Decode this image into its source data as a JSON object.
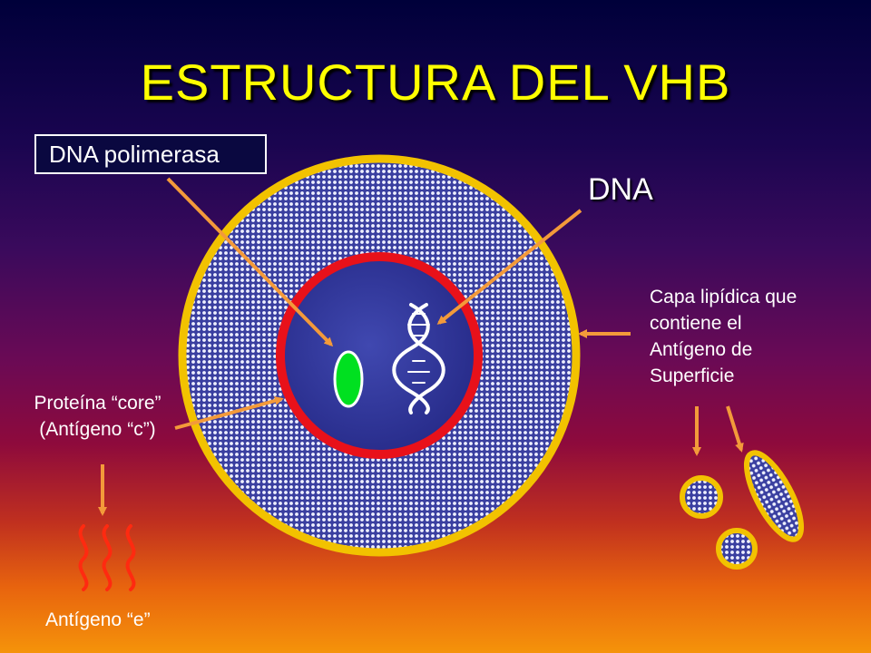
{
  "slide": {
    "title": "ESTRUCTURA DEL VHB",
    "labels": {
      "dna_polimerasa": "DNA polimerasa",
      "dna": "DNA",
      "capa_line1": "Capa lipídica que",
      "capa_line2": "contiene el",
      "capa_line3": "Antígeno de",
      "capa_line4": "Superficie",
      "core_line1": "Proteína “core”",
      "core_line2": "(Antígeno “c”)",
      "antigeno_e": "Antígeno “e”"
    }
  },
  "colors": {
    "title": "#ffff00",
    "outer_ring": "#f2c200",
    "inner_ring": "#e8111a",
    "core_fill": "#3035a0",
    "polymerase": "#00e020",
    "arrow": "#f39a3a",
    "antigen_e_wave": "#ff2a10"
  },
  "icons": {
    "dna_helix": "dna-helix-icon",
    "polymerase": "polymerase-ellipse-icon",
    "antigen_e": "wavy-lines-icon"
  }
}
